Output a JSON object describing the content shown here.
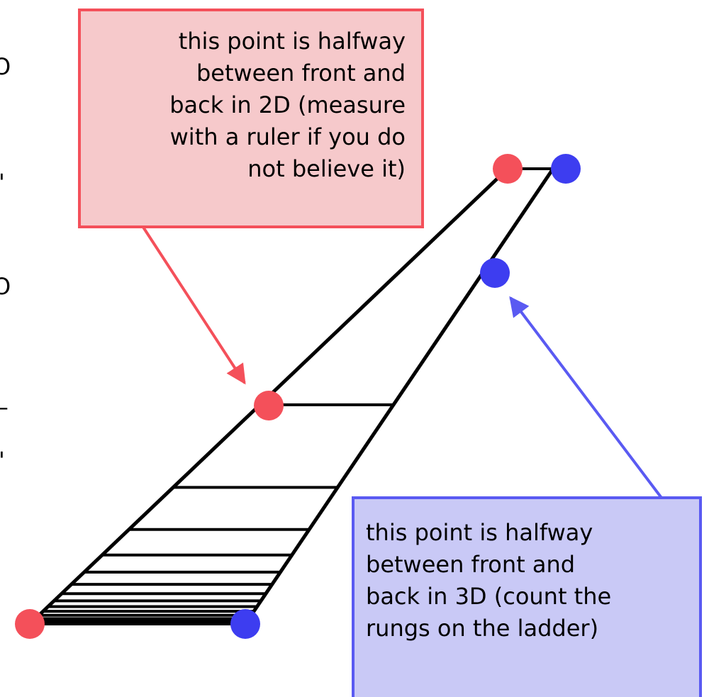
{
  "callouts": {
    "red": {
      "lines": [
        "this point is halfway",
        "between front and",
        "back in 2D (measure",
        "with a ruler if you do",
        "not believe it)"
      ],
      "color": "#f4505a",
      "fill": "#f6c9cb"
    },
    "blue": {
      "lines": [
        "this point is halfway",
        "between front and",
        "back in 3D (count the",
        "rungs on the ladder)"
      ],
      "color": "#5a5af2",
      "fill": "#c9c9f6"
    }
  },
  "ladder": {
    "rung_count": 14,
    "stroke": "#000000"
  },
  "points": {
    "red_color": "#f4505a",
    "blue_color": "#3d3df0"
  },
  "edge_marks": {
    "mark1": "O",
    "mark2": "'",
    "mark3": "O",
    "mark4": "_",
    "mark5": "'"
  }
}
